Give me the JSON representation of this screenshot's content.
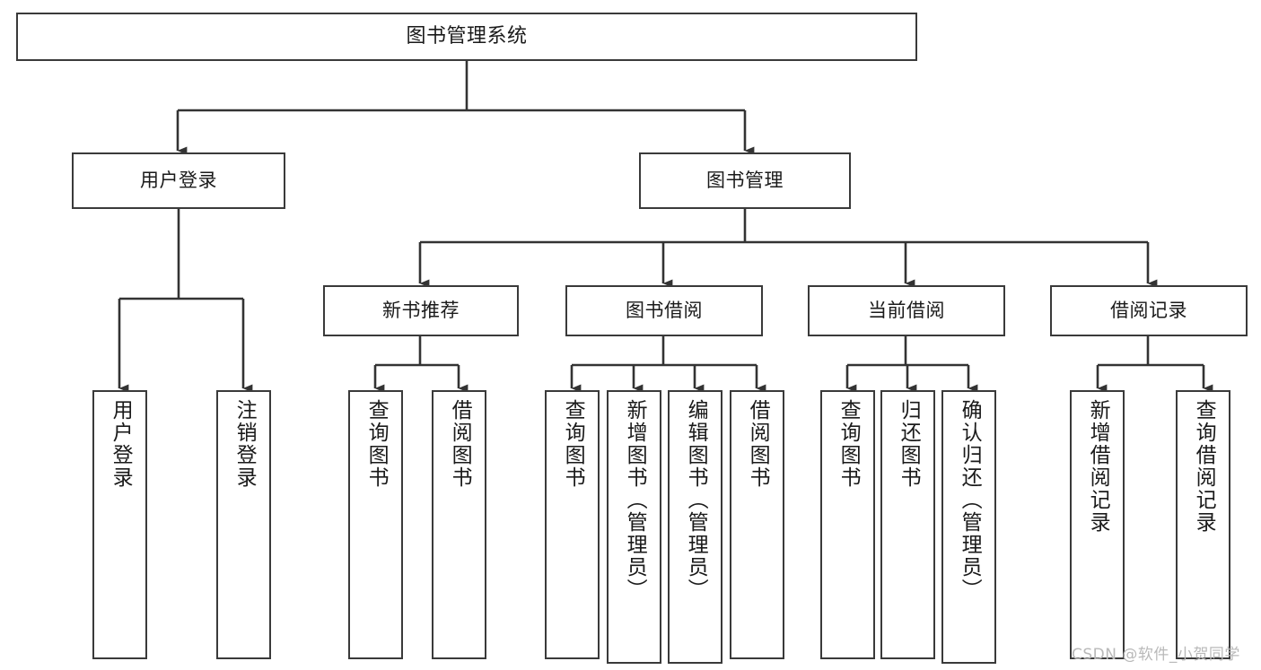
{
  "diagram": {
    "title": "图书管理系统",
    "type": "tree-hierarchy-functional-structure",
    "watermark": "CSDN @软件_小贺同学",
    "colors": {
      "box_border": "#3a3a3a",
      "box_fill": "#ffffff",
      "connector": "#333333",
      "text": "#1a1a1a",
      "watermark": "#b9b9b9",
      "background": "#ffffff"
    },
    "nodes": {
      "root": {
        "label": "图书管理系统"
      },
      "level1": [
        {
          "id": "user-login",
          "label": "用户登录"
        },
        {
          "id": "book-management",
          "label": "图书管理"
        }
      ],
      "level2": [
        {
          "id": "new-book-recommend",
          "label": "新书推荐"
        },
        {
          "id": "book-borrow",
          "label": "图书借阅"
        },
        {
          "id": "current-borrow",
          "label": "当前借阅"
        },
        {
          "id": "borrow-record",
          "label": "借阅记录"
        }
      ],
      "leaves": {
        "user_login": [
          {
            "id": "leaf-user-login",
            "label": "用户登录"
          },
          {
            "id": "leaf-logout-login",
            "label": "注销登录"
          }
        ],
        "new_book_recommend": [
          {
            "id": "leaf-query-book-1",
            "label": "查询图书"
          },
          {
            "id": "leaf-borrow-book-1",
            "label": "借阅图书"
          }
        ],
        "book_borrow": [
          {
            "id": "leaf-query-book-2",
            "label": "查询图书"
          },
          {
            "id": "leaf-add-book",
            "label": "新增图书（管理员）"
          },
          {
            "id": "leaf-edit-book",
            "label": "编辑图书（管理员）"
          },
          {
            "id": "leaf-borrow-book-2",
            "label": "借阅图书"
          }
        ],
        "current_borrow": [
          {
            "id": "leaf-query-book-3",
            "label": "查询图书"
          },
          {
            "id": "leaf-return-book",
            "label": "归还图书"
          },
          {
            "id": "leaf-confirm-return",
            "label": "确认归还（管理员）"
          }
        ],
        "borrow_record": [
          {
            "id": "leaf-add-borrow-record",
            "label": "新增借阅记录"
          },
          {
            "id": "leaf-query-borrow-record",
            "label": "查询借阅记录"
          }
        ]
      }
    }
  }
}
